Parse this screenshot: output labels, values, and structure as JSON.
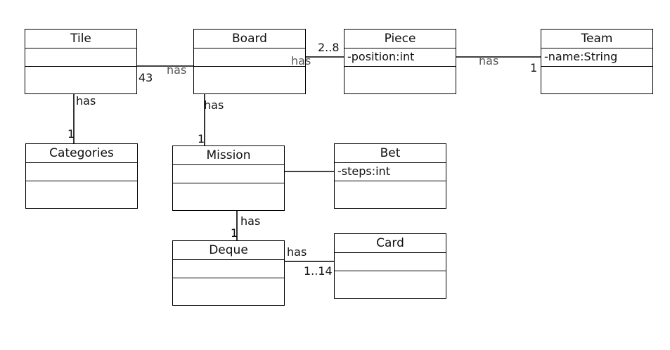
{
  "classes": {
    "tile": {
      "name": "Tile",
      "attrs": ""
    },
    "board": {
      "name": "Board",
      "attrs": ""
    },
    "piece": {
      "name": "Piece",
      "attrs": "-position:int"
    },
    "team": {
      "name": "Team",
      "attrs": "-name:String"
    },
    "categories": {
      "name": "Categories",
      "attrs": ""
    },
    "mission": {
      "name": "Mission",
      "attrs": ""
    },
    "bet": {
      "name": "Bet",
      "attrs": "-steps:int"
    },
    "deque": {
      "name": "Deque",
      "attrs": ""
    },
    "card": {
      "name": "Card",
      "attrs": ""
    }
  },
  "associations": {
    "tile_board": {
      "label": "has",
      "multiplicity": "43"
    },
    "board_piece": {
      "label": "has",
      "multiplicity": "2..8"
    },
    "piece_team": {
      "label": "has",
      "multiplicity": "1"
    },
    "tile_categories": {
      "label": "has",
      "multiplicity": "1"
    },
    "board_mission": {
      "label": "has",
      "multiplicity": "1"
    },
    "mission_deque": {
      "label": "has",
      "multiplicity": "1"
    },
    "deque_card": {
      "label": "has",
      "multiplicity": "1..14"
    }
  }
}
